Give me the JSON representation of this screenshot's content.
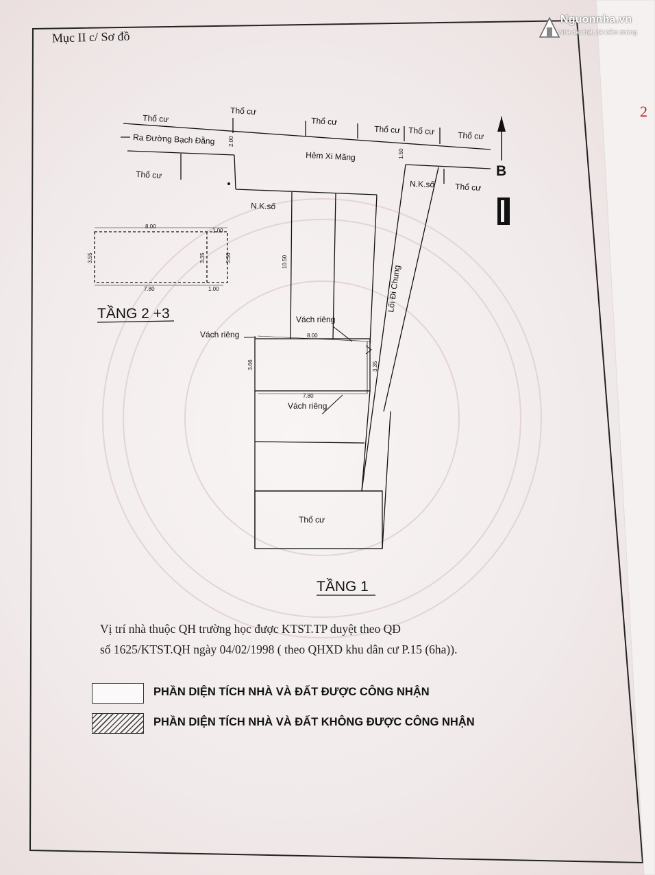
{
  "header": {
    "section": "Mục II c/ Sơ đồ",
    "page_number": "2"
  },
  "watermark": {
    "brand": "Nguonnha.vn",
    "tagline": "Nhà đất thật, đã kiểm chứng"
  },
  "plan": {
    "labels": {
      "tho_cu": "Thổ cư",
      "road_out": "Ra Đường Bạch Đằng",
      "alley": "Hẻm Xi Măng",
      "nk_so": "N.K.số",
      "common_path": "Lối Đi Chung",
      "north_letter": "B",
      "private_wall": "Vách riêng"
    },
    "dims": {
      "alley_width_left": "2.00",
      "alley_width_right": "1.50",
      "depth": "10.50",
      "width_8": "8.00",
      "width_7_8": "7.80",
      "width_1": "1.00",
      "side_3_66": "3.66",
      "side_3_55": "3.55",
      "side_3_35": "3.35",
      "side_3_30": "3.30",
      "small_a": "1.00"
    },
    "floor_upper_title": "TẦNG 2 +3",
    "floor_ground_title": "TẦNG 1"
  },
  "note": {
    "line1": "Vị trí nhà thuộc QH trường học được KTST.TP duyệt theo QĐ",
    "line2": "số 1625/KTST.QH ngày 04/02/1998 ( theo QHXD khu dân cư P.15 (6ha))."
  },
  "legend": [
    {
      "label": "PHẦN DIỆN TÍCH NHÀ VÀ ĐẤT ĐƯỢC CÔNG NHẬN",
      "style": "blank"
    },
    {
      "label": "PHẦN DIỆN TÍCH NHÀ VÀ ĐẤT KHÔNG ĐƯỢC CÔNG NHẬN",
      "style": "hatched"
    }
  ],
  "colors": {
    "ink": "#111111",
    "paper": "#f3eeee",
    "page_number": "#c02020"
  }
}
